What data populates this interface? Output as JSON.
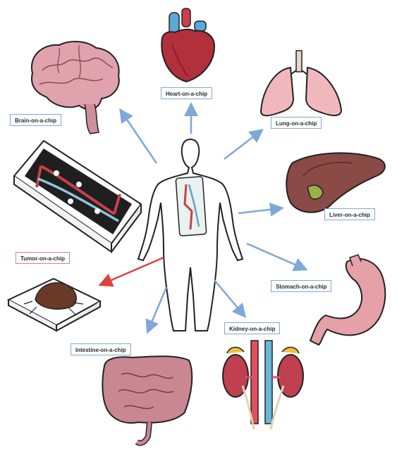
{
  "labels": {
    "heart": "Heart-on-a-chip",
    "lung": "Lung-on-a-chip",
    "brain": "Brain-on-a-chip",
    "liver": "Liver-on-a-chip",
    "tumor": "Tumor-on-a-chip",
    "stomach": "Stomach-on-a-chip",
    "kidney": "Kidney-on-a-chip",
    "intestine": "Intestine-on-a-chip"
  },
  "colors": {
    "arrow_blue": "#7fa7d9",
    "arrow_red": "#e04040",
    "organ_pink": "#d98a95",
    "organ_dark": "#7a2530",
    "liver_brown": "#8a4a45",
    "vessel_blue": "#6cb7d8",
    "vessel_red": "#e05060"
  }
}
